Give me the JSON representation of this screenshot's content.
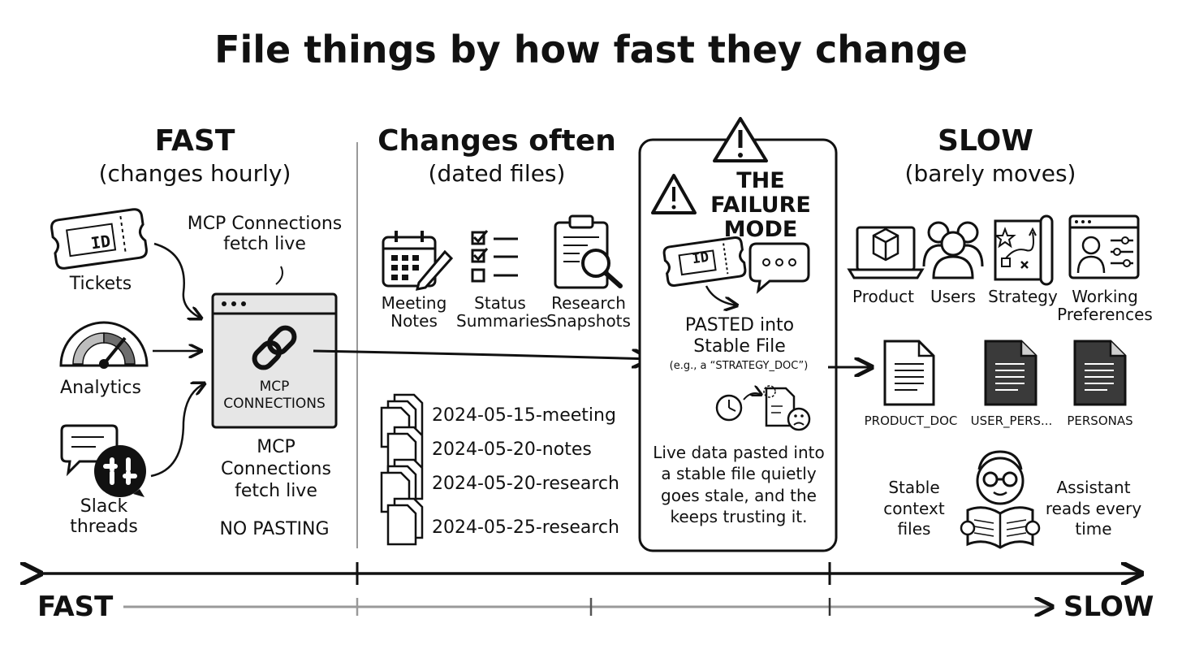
{
  "title": "File things by how fast they change",
  "fast": {
    "heading": "FAST",
    "subheading": "(changes hourly)",
    "sources": [
      {
        "label": "Tickets",
        "icon": "ticket-icon",
        "badge": "ID"
      },
      {
        "label": "Analytics",
        "icon": "gauge-icon"
      },
      {
        "label": "Slack threads",
        "icon": "slack-icon"
      }
    ],
    "callout": "MCP Connections fetch live",
    "box_label": "MCP CONNECTIONS",
    "below_label": "MCP Connections fetch live",
    "no_pasting": "NO PASTING"
  },
  "often": {
    "heading": "Changes often",
    "subheading": "(dated files)",
    "items": [
      {
        "label": "Meeting Notes",
        "icon": "calendar-icon"
      },
      {
        "label": "Status Summaries",
        "icon": "checklist-icon"
      },
      {
        "label": "Research Snapshots",
        "icon": "clipboard-magnifier-icon"
      }
    ],
    "files": [
      "2024-05-15-meeting",
      "2024-05-20-notes",
      "2024-05-20-research",
      "2024-05-25-research"
    ]
  },
  "failure": {
    "title": "THE FAILURE MODE",
    "ticket_badge": "ID",
    "pasted": "PASTED into Stable File",
    "example": "(e.g., a “STRATEGY_DOC”)",
    "description": "Live data pasted into a stable file quietly goes stale, and the keeps trusting it."
  },
  "slow": {
    "heading": "SLOW",
    "subheading": "(barely moves)",
    "items": [
      {
        "label": "Product",
        "icon": "laptop-box-icon"
      },
      {
        "label": "Users",
        "icon": "users-icon"
      },
      {
        "label": "Strategy",
        "icon": "strategy-map-icon"
      },
      {
        "label": "Working Preferences",
        "icon": "settings-profile-icon"
      }
    ],
    "docs": [
      "PRODUCT_DOC",
      "USER_PERS...",
      "PERSONAS"
    ],
    "stable_label": "Stable context files",
    "assistant_label": "Assistant reads every time"
  },
  "axis": {
    "left": "FAST",
    "right": "SLOW"
  },
  "colors": {
    "ink": "#111111",
    "box_fill": "#e6e6e6",
    "dark_doc": "#3a3a3a",
    "gauge_fill": "#9a9a9a",
    "axis_grey": "#9a9a9a"
  }
}
